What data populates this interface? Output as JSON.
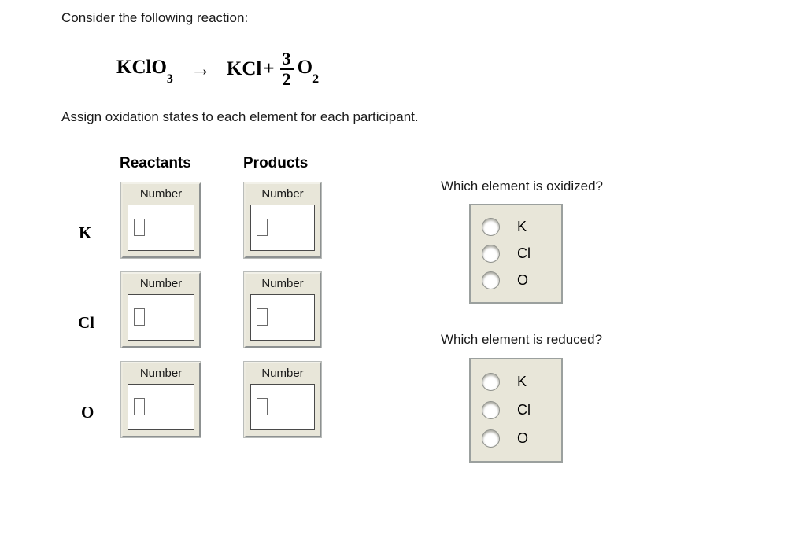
{
  "intro": {
    "line": "Consider the following reaction:",
    "assign_instruction": "Assign oxidation states to each element for each participant."
  },
  "equation": {
    "reactant_formula": "KClO",
    "reactant_subscript": "3",
    "arrow": "→",
    "product_formula": "KCl",
    "plus": "+",
    "fraction_numerator": "3",
    "fraction_denominator": "2",
    "product_oxygen": "O",
    "product_oxygen_subscript": "2"
  },
  "table": {
    "headers": {
      "reactants": "Reactants",
      "products": "Products"
    },
    "row_labels": [
      "K",
      "Cl",
      "O"
    ],
    "number_label": "Number",
    "cells": [
      {
        "element": "K",
        "reactant_value": "",
        "product_value": ""
      },
      {
        "element": "Cl",
        "reactant_value": "",
        "product_value": ""
      },
      {
        "element": "O",
        "reactant_value": "",
        "product_value": ""
      }
    ]
  },
  "questions": [
    {
      "id": "oxidized",
      "text": "Which element is oxidized?",
      "options": [
        "K",
        "Cl",
        "O"
      ],
      "selected": null
    },
    {
      "id": "reduced",
      "text": "Which element is reduced?",
      "options": [
        "K",
        "Cl",
        "O"
      ],
      "selected": null
    }
  ],
  "colors": {
    "panel_background": "#e8e6d9",
    "panel_border": "#9ba09e",
    "field_background": "#ffffff",
    "field_border": "#4a4a4a",
    "page_background": "#ffffff",
    "text": "#1a1a1a"
  }
}
